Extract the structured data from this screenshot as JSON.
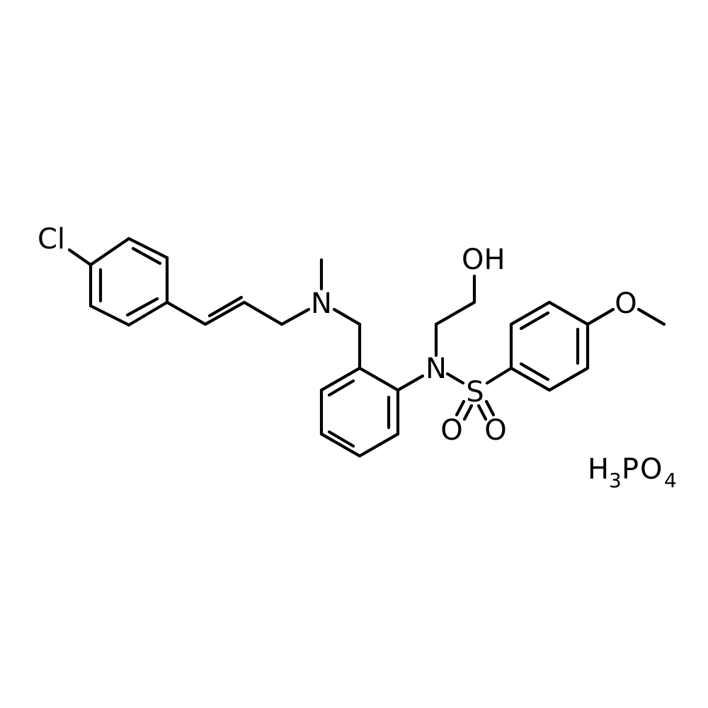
{
  "molecule": {
    "atom_labels": {
      "cl": "Cl",
      "n_amine": "N",
      "n_sulfonamide": "N",
      "s": "S",
      "o_sulfonyl_left": "O",
      "o_sulfonyl_right": "O",
      "oh": "OH",
      "o_methoxy": "O"
    },
    "counterion": {
      "h": "H",
      "h_count": "3",
      "p": "P",
      "o": "O",
      "o_count": "4"
    }
  }
}
